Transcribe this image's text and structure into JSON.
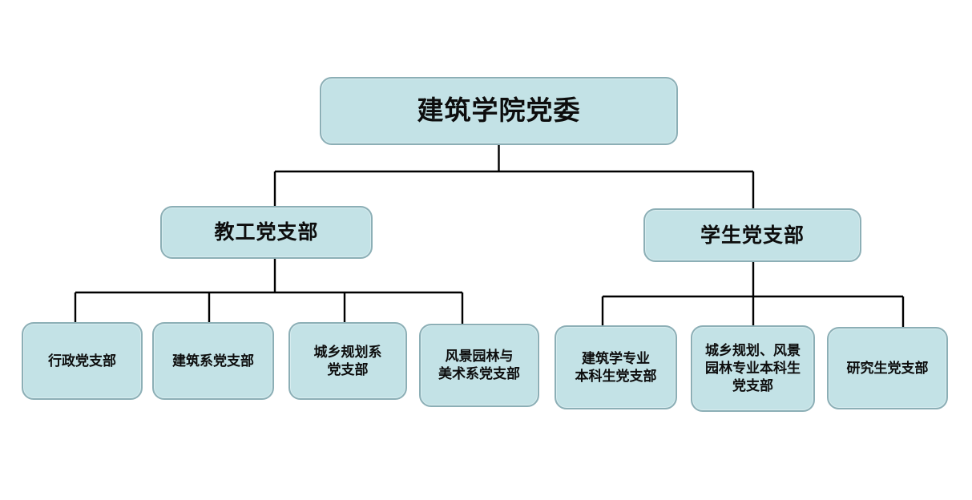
{
  "org_chart": {
    "root": {
      "label": "建筑学院党委"
    },
    "branches": [
      {
        "label": "教工党支部",
        "children": [
          {
            "label": "行政党支部"
          },
          {
            "label": "建筑系党支部"
          },
          {
            "label": "城乡规划系\n党支部"
          },
          {
            "label": "风景园林与\n美术系党支部"
          }
        ]
      },
      {
        "label": "学生党支部",
        "children": [
          {
            "label": "建筑学专业\n本科生党支部"
          },
          {
            "label": "城乡规划、风景\n园林专业本科生\n党支部"
          },
          {
            "label": "研究生党支部"
          }
        ]
      }
    ],
    "colors": {
      "box_fill": "#c3e2e6",
      "box_border": "#8cafb6",
      "connector_line": "#000000",
      "text": "#0d0d0d",
      "background": "#ffffff"
    }
  }
}
